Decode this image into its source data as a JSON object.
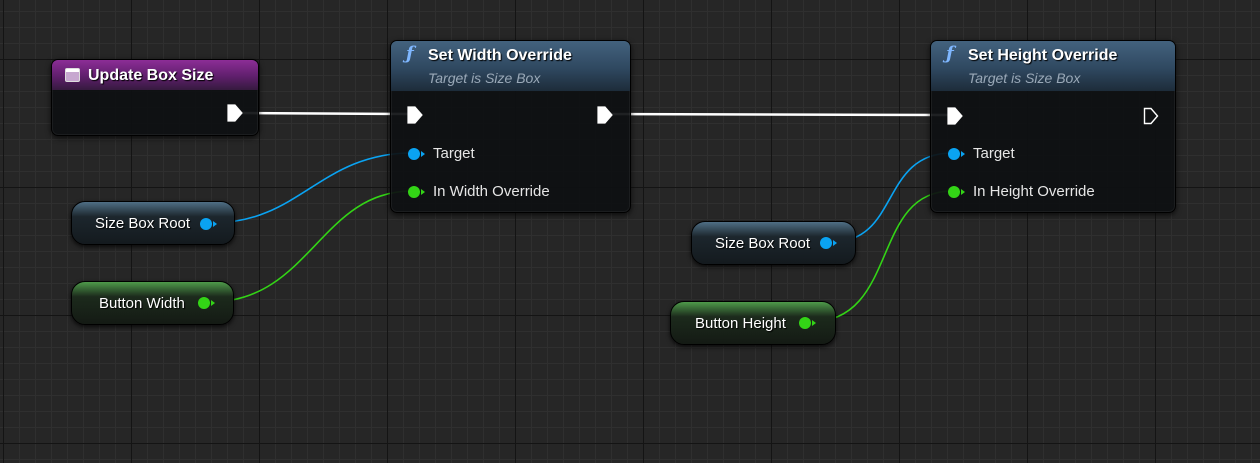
{
  "graph": {
    "event_node": {
      "title": "Update Box Size"
    },
    "set_width_node": {
      "title": "Set Width Override",
      "subtitle": "Target is Size Box",
      "pins": {
        "target": "Target",
        "value": "In Width Override"
      }
    },
    "set_height_node": {
      "title": "Set Height Override",
      "subtitle": "Target is Size Box",
      "pins": {
        "target": "Target",
        "value": "In Height Override"
      }
    },
    "variables": {
      "size_box_root_1": "Size Box Root",
      "button_width": "Button Width",
      "size_box_root_2": "Size Box Root",
      "button_height": "Button Height"
    }
  },
  "colors": {
    "exec_wire": "#ffffff",
    "object_pin": "#0aa3f2",
    "float_pin": "#33d416",
    "event_header": "#8c2d96",
    "function_header": "#3a5670"
  },
  "icons": {
    "event": "event-node-icon",
    "function": "function-f-icon",
    "exec": "exec-arrow-icon"
  }
}
